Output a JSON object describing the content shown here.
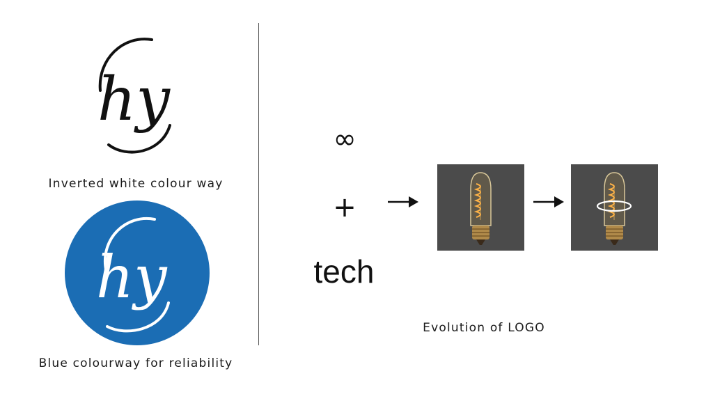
{
  "captions": {
    "inverted": "Inverted white colour way",
    "blue": "Blue colourway for reliability",
    "evolution": "Evolution of LOGO"
  },
  "formula": {
    "symbol": "∞",
    "operator": "+",
    "word": "tech"
  },
  "logo": {
    "lettering": "hy"
  },
  "colors": {
    "brand_blue": "#1b6db4",
    "bulb_bg": "#4b4b4b",
    "ink": "#111111"
  },
  "icons": [
    "arrow-right-icon",
    "arrow-right-icon"
  ]
}
